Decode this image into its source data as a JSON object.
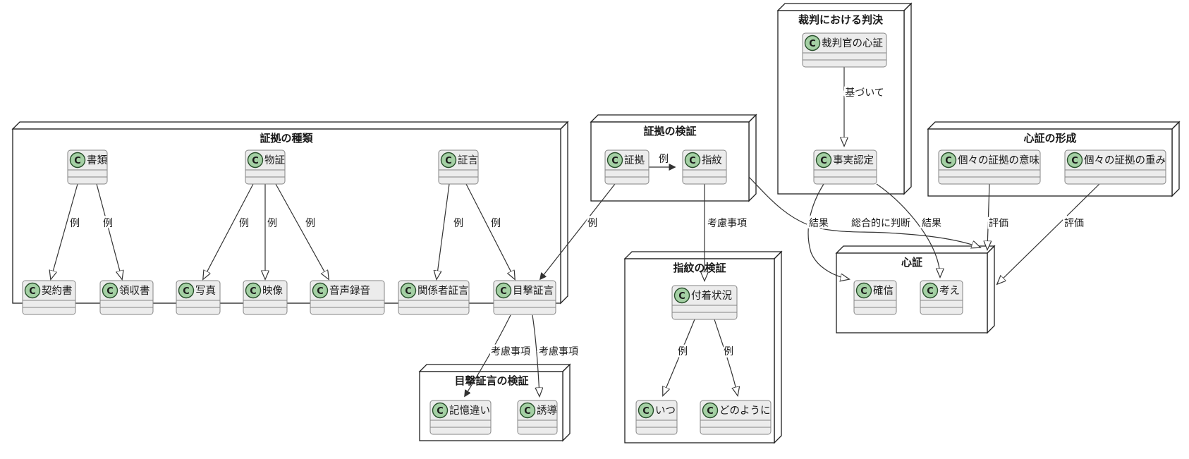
{
  "diagram": {
    "class_icon_letter": "C",
    "packages": [
      {
        "title": "証拠の種類"
      },
      {
        "title": "証拠の検証"
      },
      {
        "title": "裁判における判決"
      },
      {
        "title": "心証の形成"
      },
      {
        "title": "指紋の検証"
      },
      {
        "title": "目撃証言の検証"
      },
      {
        "title": "心証"
      }
    ],
    "classes": [
      {
        "name": "書類"
      },
      {
        "name": "物証"
      },
      {
        "name": "証言"
      },
      {
        "name": "契約書"
      },
      {
        "name": "領収書"
      },
      {
        "name": "写真"
      },
      {
        "name": "映像"
      },
      {
        "name": "音声録音"
      },
      {
        "name": "関係者証言"
      },
      {
        "name": "目撃証言"
      },
      {
        "name": "証拠"
      },
      {
        "name": "指紋"
      },
      {
        "name": "裁判官の心証"
      },
      {
        "name": "事実認定"
      },
      {
        "name": "個々の証拠の意味"
      },
      {
        "name": "個々の証拠の重み"
      },
      {
        "name": "付着状況"
      },
      {
        "name": "いつ"
      },
      {
        "name": "どのように"
      },
      {
        "name": "記憶違い"
      },
      {
        "name": "誘導"
      },
      {
        "name": "確信"
      },
      {
        "name": "考え"
      }
    ],
    "edge_labels": [
      {
        "text": "例"
      },
      {
        "text": "例"
      },
      {
        "text": "例"
      },
      {
        "text": "例"
      },
      {
        "text": "例"
      },
      {
        "text": "例"
      },
      {
        "text": "例"
      },
      {
        "text": "例"
      },
      {
        "text": "例"
      },
      {
        "text": "考慮事項"
      },
      {
        "text": "基づいて"
      },
      {
        "text": "結果"
      },
      {
        "text": "結果"
      },
      {
        "text": "総合的に判断"
      },
      {
        "text": "評価"
      },
      {
        "text": "評価"
      },
      {
        "text": "考慮事項"
      },
      {
        "text": "考慮事項"
      },
      {
        "text": "例"
      },
      {
        "text": "例"
      }
    ]
  }
}
